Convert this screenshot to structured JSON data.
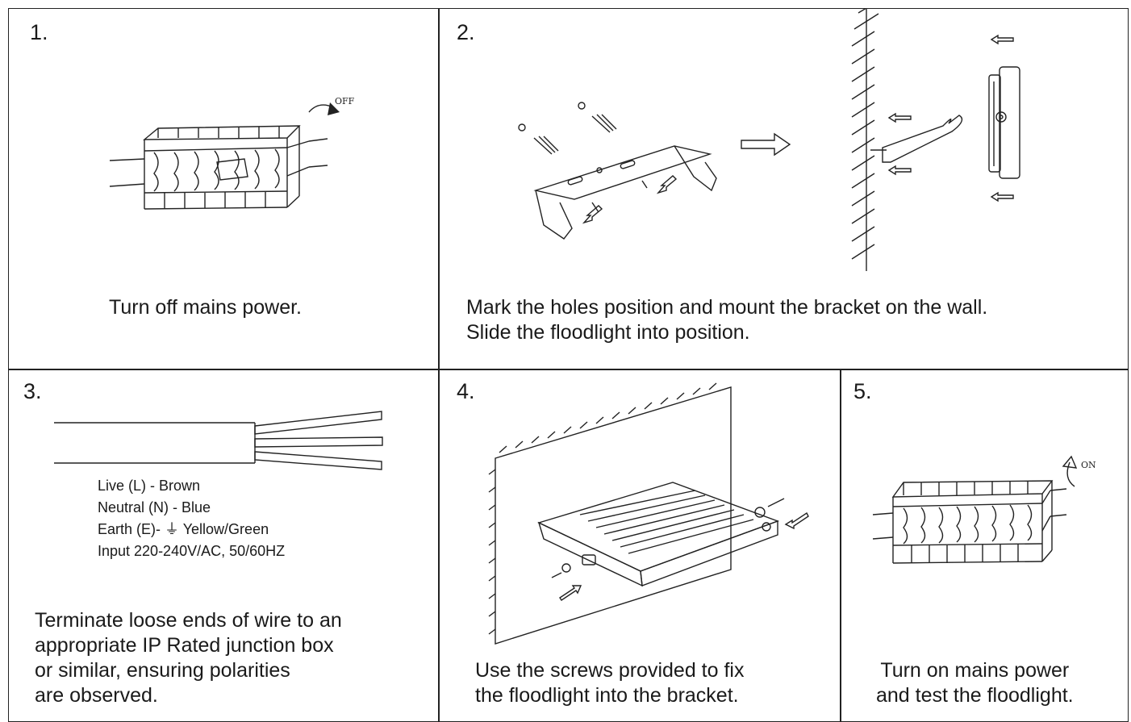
{
  "steps": [
    {
      "number": "1.",
      "caption_lines": [
        "Turn off mains power."
      ],
      "switch_label": "OFF"
    },
    {
      "number": "2.",
      "caption_lines": [
        "Mark the holes position and mount the bracket on the wall.",
        "Slide the floodlight into position."
      ]
    },
    {
      "number": "3.",
      "wiring_lines": [
        "Live (L) - Brown",
        "Neutral (N) - Blue",
        "Earth (E)- ⏚ Yellow/Green",
        "Input 220-240V/AC, 50/60HZ"
      ],
      "caption_lines": [
        "Terminate loose ends of wire to an",
        "appropriate IP Rated junction box",
        "or similar, ensuring polarities",
        "are observed."
      ]
    },
    {
      "number": "4.",
      "caption_lines": [
        "Use the screws provided to fix",
        "the floodlight into the bracket."
      ]
    },
    {
      "number": "5.",
      "caption_lines": [
        "Turn on mains power",
        "and test the floodlight."
      ],
      "switch_label": "ON"
    }
  ],
  "colors": {
    "line": "#222222",
    "background": "#ffffff"
  },
  "icons": [
    "rotate-arrow-icon",
    "arrow-left-icon",
    "arrow-right-icon",
    "earth-symbol-icon"
  ]
}
